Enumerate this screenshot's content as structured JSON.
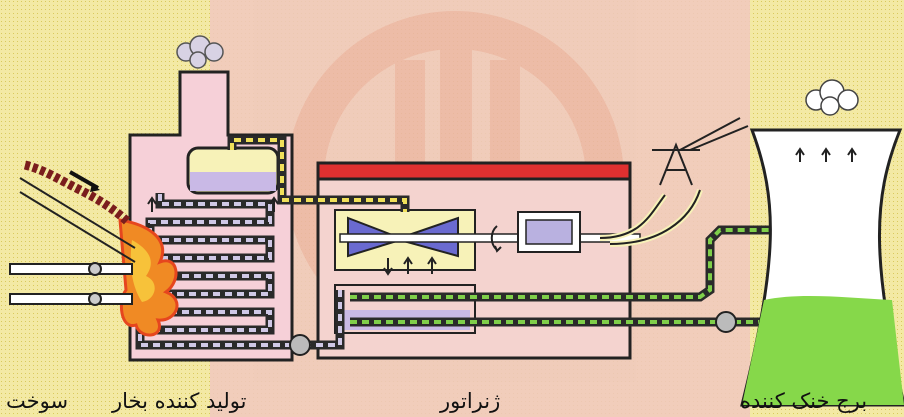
{
  "labels": {
    "fuel": "سوخت",
    "boiler": "تولید کننده بخار",
    "generator": "ژنراتور",
    "cooling_tower": "برج خنک کننده"
  },
  "colors": {
    "background": "#f3e9a4",
    "watermark": "#ecc0b4",
    "boiler": "#f6d0d8",
    "building": "#f4d3cf",
    "roof": "#e03030",
    "flame": "#f08a24",
    "tube_dark": "#2a2a2a",
    "tube_dash": "#cfc8e6",
    "cooling_water": "#86d84a",
    "tower": "#ffffff",
    "steam_pipe_dash": "#f0e05a",
    "condenser_pipe_dash": "#7fcf4a"
  }
}
